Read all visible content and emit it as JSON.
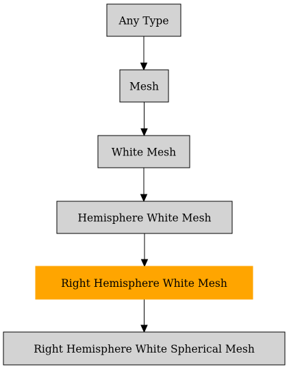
{
  "diagram": {
    "nodes": [
      {
        "id": "any-type",
        "label": "Any Type",
        "fill": "#d3d3d3",
        "highlighted": false
      },
      {
        "id": "mesh",
        "label": "Mesh",
        "fill": "#d3d3d3",
        "highlighted": false
      },
      {
        "id": "white-mesh",
        "label": "White Mesh",
        "fill": "#d3d3d3",
        "highlighted": false
      },
      {
        "id": "hemisphere-white-mesh",
        "label": "Hemisphere White Mesh",
        "fill": "#d3d3d3",
        "highlighted": false
      },
      {
        "id": "right-hemisphere-white-mesh",
        "label": "Right Hemisphere White Mesh",
        "fill": "#ffa500",
        "highlighted": true
      },
      {
        "id": "right-hemisphere-white-spherical-mesh",
        "label": "Right Hemisphere White Spherical Mesh",
        "fill": "#d3d3d3",
        "highlighted": false
      }
    ],
    "edges": [
      {
        "from": "any-type",
        "to": "mesh"
      },
      {
        "from": "mesh",
        "to": "white-mesh"
      },
      {
        "from": "white-mesh",
        "to": "hemisphere-white-mesh"
      },
      {
        "from": "hemisphere-white-mesh",
        "to": "right-hemisphere-white-mesh"
      },
      {
        "from": "right-hemisphere-white-mesh",
        "to": "right-hemisphere-white-spherical-mesh"
      }
    ]
  }
}
